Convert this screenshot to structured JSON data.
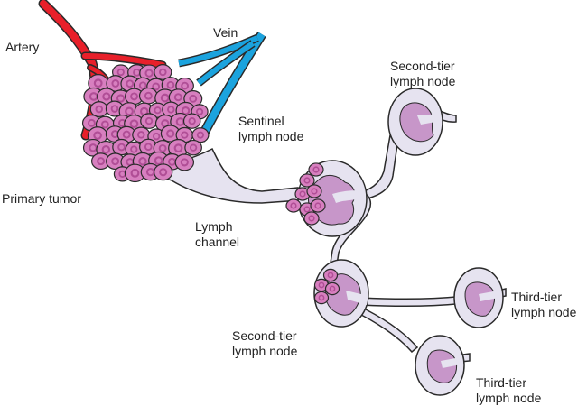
{
  "title": "Lymphatic spread of primary tumor",
  "colors": {
    "artery": "#e8202a",
    "vein": "#1ba3de",
    "tumor_cell": "#d77fbf",
    "tumor_nucleus_ring": "#b04e96",
    "node_capsule": "#e6e3f0",
    "node_medulla": "#c796c9",
    "outline": "#2a2a2a"
  },
  "labels": {
    "artery": "Artery",
    "vein": "Vein",
    "primary_tumor": "Primary tumor",
    "sentinel": [
      "Sentinel",
      "lymph node"
    ],
    "lymph_channel": [
      "Lymph",
      "channel"
    ],
    "second_tier_top": [
      "Second-tier",
      "lymph node"
    ],
    "second_tier_bottom": [
      "Second-tier",
      "lymph node"
    ],
    "third_tier_right": [
      "Third-tier",
      "lymph node"
    ],
    "third_tier_bottom": [
      "Third-tier",
      "lymph node"
    ]
  }
}
